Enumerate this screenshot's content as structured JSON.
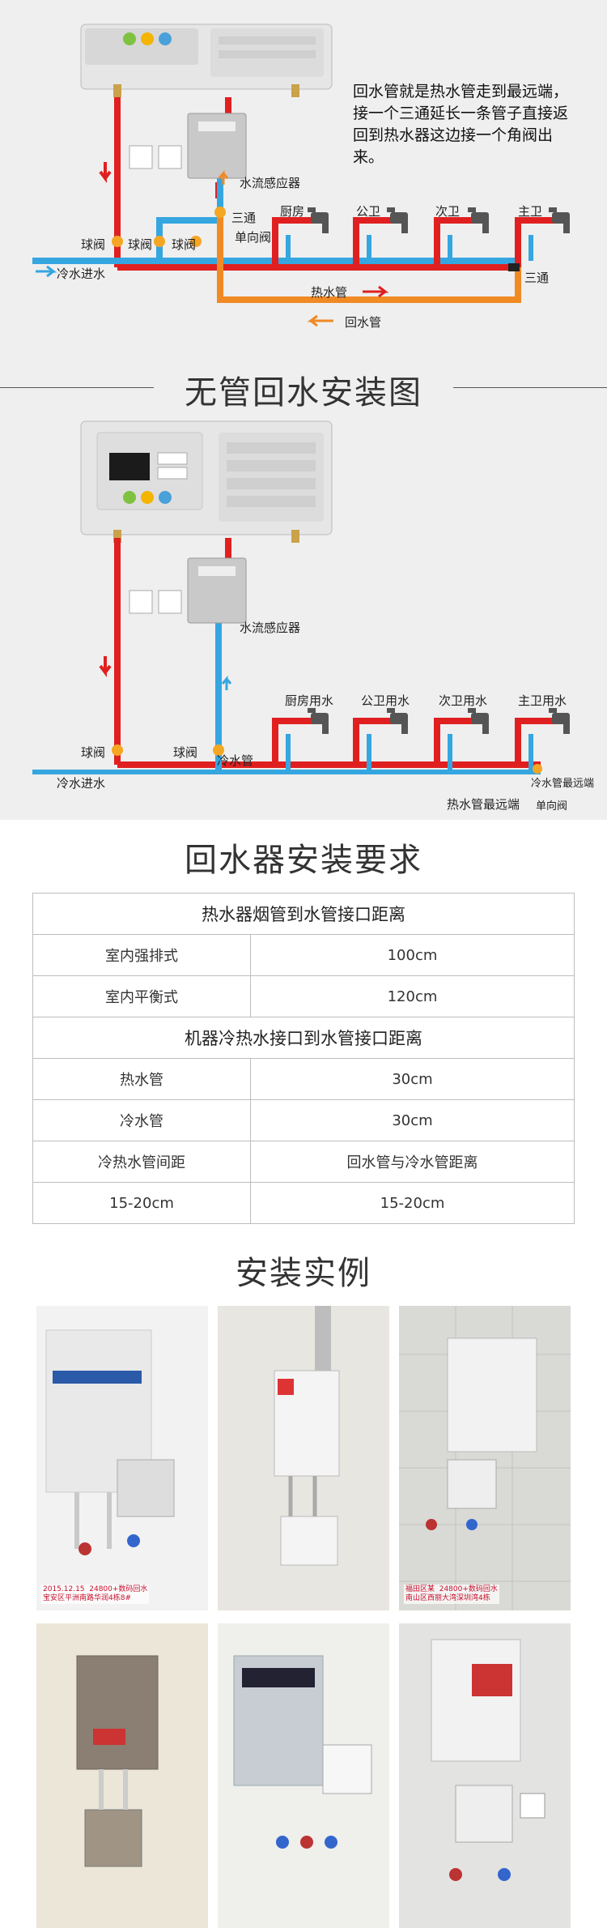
{
  "diagram1": {
    "note": "回水管就是热水管走到最远端，接一个三通延长一条管子直接返回到热水器这边接一个角阀出来。",
    "labels": {
      "flow_sensor": "水流感应器",
      "tee": "三通",
      "check_valve": "单向阀",
      "ball_valve_1": "球阀",
      "ball_valve_2": "球阀",
      "ball_valve_3": "球阀",
      "cold_in": "冷水进水",
      "hot_pipe": "热水管",
      "return_pipe": "回水管",
      "tee_end": "三通",
      "kitchen": "厨房",
      "public_bath": "公卫",
      "second_bath": "次卫",
      "master_bath": "主卫"
    }
  },
  "section2_title": "无管回水安装图",
  "diagram2": {
    "labels": {
      "flow_sensor": "水流感应器",
      "ball_valve_1": "球阀",
      "ball_valve_2": "球阀",
      "cold_pipe": "冷水管",
      "cold_in": "冷水进水",
      "kitchen": "厨房用水",
      "public_bath": "公卫用水",
      "second_bath": "次卫用水",
      "master_bath": "主卫用水",
      "cold_far": "冷水管最远端",
      "hot_far": "热水管最远端",
      "check_valve": "单向阀"
    }
  },
  "section3_title": "回水器安装要求",
  "table": {
    "group1_title": "热水器烟管到水管接口距离",
    "group1_rows": [
      [
        "室内强排式",
        "100cm"
      ],
      [
        "室内平衡式",
        "120cm"
      ]
    ],
    "group2_title": "机器冷热水接口到水管接口距离",
    "group2_rows": [
      [
        "热水管",
        "30cm"
      ],
      [
        "冷水管",
        "30cm"
      ],
      [
        "冷热水管间距",
        "回水管与冷水管距离"
      ],
      [
        "15-20cm",
        "15-20cm"
      ]
    ]
  },
  "section4_title": "安装实例",
  "photos": {
    "caption1": "2015.12.15  24800+数码回水\n宝安区平洲南路华润4栋8#",
    "caption3": "福田区某  24800+数码回水\n南山区西丽大湾深圳湾4栋"
  },
  "colors": {
    "hot": "#e02020",
    "cold": "#35a6e0",
    "return": "#f08a24",
    "valve": "#f5a623"
  }
}
